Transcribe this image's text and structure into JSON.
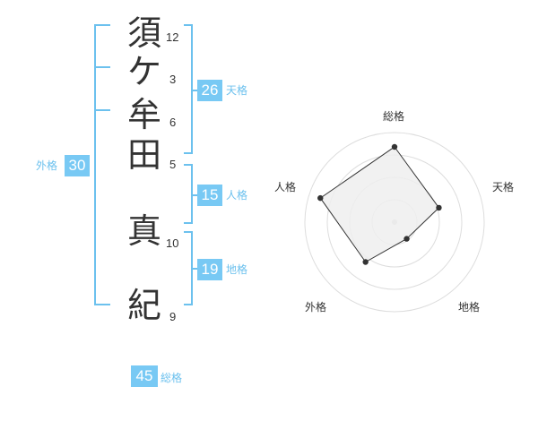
{
  "name": {
    "chars": [
      {
        "char": "須",
        "strokes": "12"
      },
      {
        "char": "ケ",
        "strokes": "3"
      },
      {
        "char": "牟",
        "strokes": "6"
      },
      {
        "char": "田",
        "strokes": "5"
      },
      {
        "char": "真",
        "strokes": "10"
      },
      {
        "char": "紀",
        "strokes": "9"
      }
    ]
  },
  "kakusu": {
    "tenkaku": {
      "value": "26",
      "label": "天格"
    },
    "jinkaku": {
      "value": "15",
      "label": "人格"
    },
    "chikaku": {
      "value": "19",
      "label": "地格"
    },
    "gaikaku": {
      "value": "30",
      "label": "外格"
    },
    "soukaku": {
      "value": "45",
      "label": "総格"
    }
  },
  "radar": {
    "axes": [
      "総格",
      "天格",
      "地格",
      "外格",
      "人格"
    ],
    "values": [
      0.84,
      0.52,
      0.23,
      0.55,
      0.87
    ],
    "levels": 4,
    "colors": {
      "fill": "#efefef",
      "line": "#333333",
      "point": "#333333",
      "grid": "#dddddd",
      "center": "#cccccc"
    }
  },
  "colors": {
    "accent": "#78c9f4",
    "bracket": "#6cc1ee",
    "text": "#333333"
  }
}
